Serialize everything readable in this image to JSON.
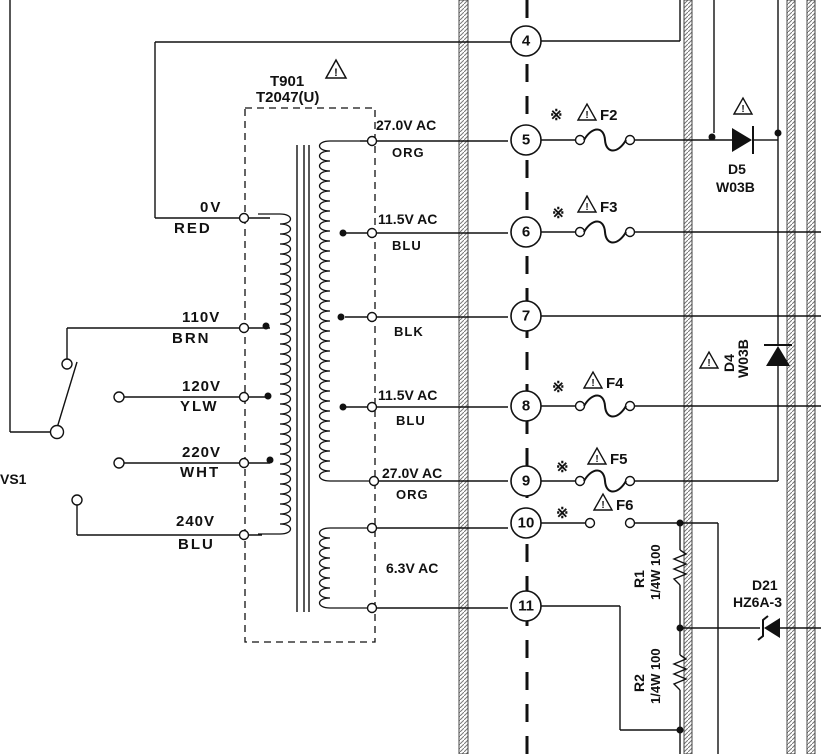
{
  "transformer": {
    "ref": "T901",
    "part": "T2047(U)"
  },
  "switch": {
    "ref": "VS1"
  },
  "primary_taps": [
    {
      "voltage": "0V",
      "color": "RED"
    },
    {
      "voltage": "110V",
      "color": "BRN"
    },
    {
      "voltage": "120V",
      "color": "YLW"
    },
    {
      "voltage": "220V",
      "color": "WHT"
    },
    {
      "voltage": "240V",
      "color": "BLU"
    }
  ],
  "secondary_taps": [
    {
      "voltage": "27.0V AC",
      "color": "ORG"
    },
    {
      "voltage": "11.5V AC",
      "color": "BLU"
    },
    {
      "voltage": "",
      "color": "BLK"
    },
    {
      "voltage": "11.5V AC",
      "color": "BLU"
    },
    {
      "voltage": "27.0V AC",
      "color": "ORG"
    },
    {
      "voltage": "6.3V AC",
      "color": ""
    }
  ],
  "connector_pins": [
    "4",
    "5",
    "6",
    "7",
    "8",
    "9",
    "10",
    "11"
  ],
  "fuses": [
    "F2",
    "F3",
    "F4",
    "F5",
    "F6"
  ],
  "fuse_mark": "※",
  "diodes": [
    {
      "ref": "D5",
      "part": "W03B"
    },
    {
      "ref": "D4",
      "part": "W03B"
    },
    {
      "ref": "D21",
      "part": "HZ6A-3"
    }
  ],
  "resistors": [
    {
      "ref": "R1",
      "spec": "1/4W 100"
    },
    {
      "ref": "R2",
      "spec": "1/4W 100"
    }
  ],
  "colors": {
    "ink": "#111111",
    "background": "#ffffff",
    "pcb_edge": "#888888"
  }
}
